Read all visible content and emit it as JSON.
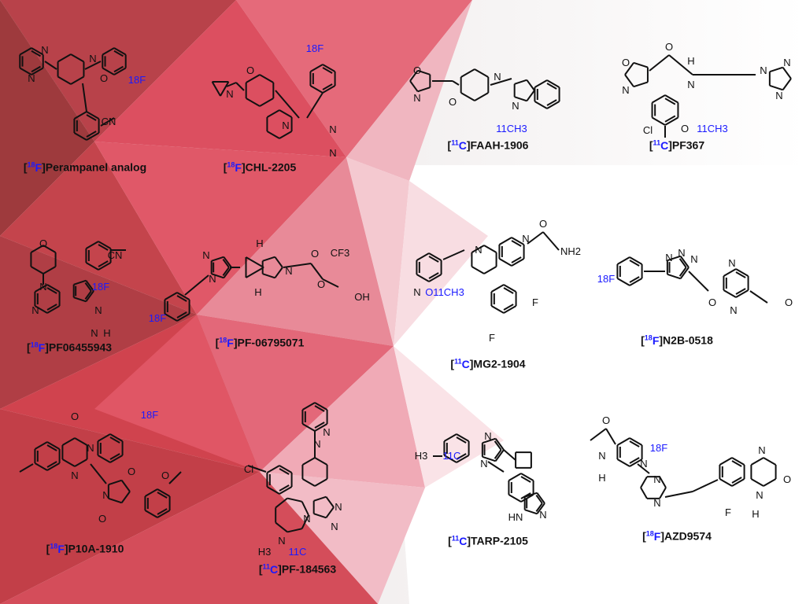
{
  "colors": {
    "isotope": "#1a1aff",
    "bond": "#111111",
    "bg_dark": "#a83a3e",
    "bg_mid": "#e0505f",
    "bg_light": "#f2c4cc"
  },
  "compounds": [
    {
      "mass": "18",
      "element": "F",
      "name": "Perampanel analog",
      "atoms": [
        "N",
        "N",
        "N",
        "O",
        "CN",
        "18F"
      ]
    },
    {
      "mass": "18",
      "element": "F",
      "name": "CHL-2205",
      "atoms": [
        "O",
        "N",
        "N",
        "N",
        "N",
        "18F"
      ]
    },
    {
      "mass": "11",
      "element": "C",
      "name": "FAAH-1906",
      "atoms": [
        "O",
        "N",
        "O",
        "N",
        "N",
        "11CH3"
      ]
    },
    {
      "mass": "11",
      "element": "C",
      "name": "PF367",
      "atoms": [
        "O",
        "N",
        "O",
        "N",
        "H",
        "N",
        "N",
        "N",
        "Cl",
        "O",
        "11CH3"
      ]
    },
    {
      "mass": "18",
      "element": "F",
      "name": "PF06455943",
      "atoms": [
        "O",
        "N",
        "CN",
        "N",
        "N",
        "18F",
        "N",
        "H"
      ]
    },
    {
      "mass": "18",
      "element": "F",
      "name": "PF-06795071",
      "atoms": [
        "N",
        "N",
        "18F",
        "O",
        "N",
        "O",
        "CF3",
        "OH",
        "H",
        "H"
      ]
    },
    {
      "mass": "11",
      "element": "C",
      "name": "MG2-1904",
      "atoms": [
        "N",
        "N",
        "N",
        "O",
        "NH2",
        "O11CH3",
        "F",
        "F"
      ]
    },
    {
      "mass": "18",
      "element": "F",
      "name": "N2B-0518",
      "atoms": [
        "18F",
        "N",
        "N",
        "N",
        "O",
        "N",
        "N",
        "O"
      ]
    },
    {
      "mass": "18",
      "element": "F",
      "name": "P10A-1910",
      "atoms": [
        "O",
        "N",
        "N",
        "18F",
        "O",
        "N",
        "O",
        "O"
      ]
    },
    {
      "mass": "11",
      "element": "C",
      "name": "PF-184563",
      "atoms": [
        "N",
        "N",
        "Cl",
        "N",
        "N",
        "N",
        "N",
        "H3",
        "11C"
      ]
    },
    {
      "mass": "11",
      "element": "C",
      "name": "TARP-2105",
      "atoms": [
        "N",
        "N",
        "H3",
        "11C",
        "HN",
        "N"
      ]
    },
    {
      "mass": "18",
      "element": "F",
      "name": "AZD9574",
      "atoms": [
        "O",
        "N",
        "H",
        "N",
        "18F",
        "N",
        "N",
        "N",
        "N",
        "F",
        "H",
        "O"
      ]
    }
  ]
}
